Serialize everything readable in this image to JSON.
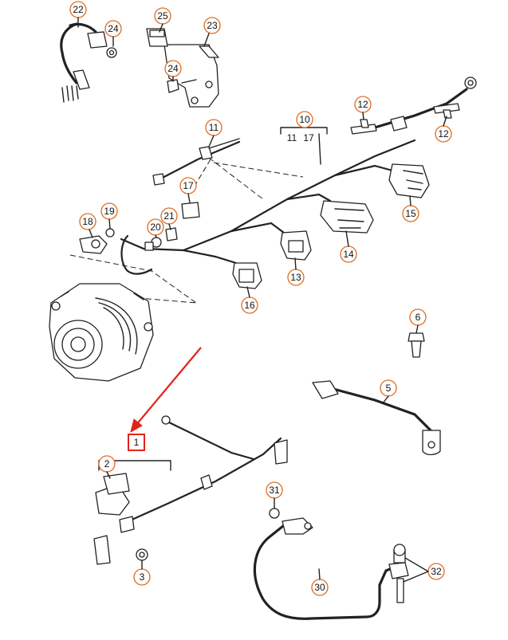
{
  "diagram": {
    "callouts": {
      "c22": "22",
      "c24a": "24",
      "c25": "25",
      "c23": "23",
      "c24b": "24",
      "c12a": "12",
      "c12b": "12",
      "c11": "11",
      "c10": "10",
      "c17a": "17",
      "c21": "21",
      "c19": "19",
      "c18": "18",
      "c20": "20",
      "c15": "15",
      "c14": "14",
      "c13": "13",
      "c16": "16",
      "c6": "6",
      "c5": "5",
      "c2": "2",
      "c3": "3",
      "c31": "31",
      "c30": "30",
      "c32": "32"
    },
    "group_10_sub_a": "11",
    "group_10_sub_b": "17",
    "highlight": "1",
    "colors": {
      "callout_ring": "#e06a1b",
      "highlight": "#e2231a"
    }
  }
}
